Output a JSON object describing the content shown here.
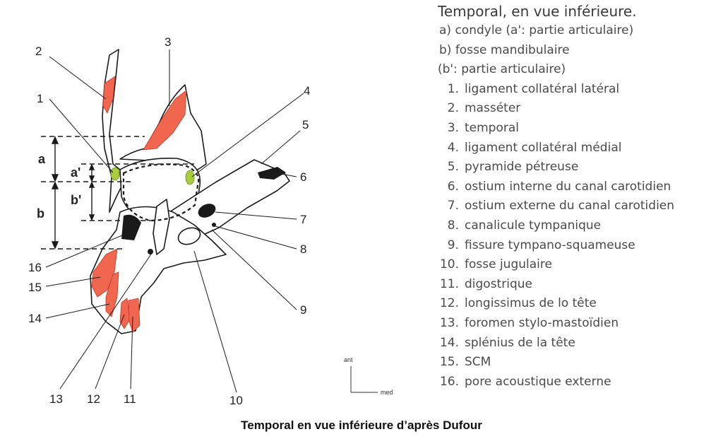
{
  "legend": {
    "title": "Temporal, en vue inférieure.",
    "sub_items": [
      "a) condyle (a': partie articulaire)",
      "b) fosse mandibulaire",
      "(b': partie articulaire)"
    ],
    "items": [
      {
        "n": "1.",
        "label": "ligament collatéral latéral"
      },
      {
        "n": "2.",
        "label": "masséter"
      },
      {
        "n": "3.",
        "label": "temporal"
      },
      {
        "n": "4.",
        "label": "ligament collatéral médial"
      },
      {
        "n": "5.",
        "label": "pyramide pétreuse"
      },
      {
        "n": "6.",
        "label": "ostium interne du canal carotidien"
      },
      {
        "n": "7.",
        "label": "ostium externe du canal carotidien"
      },
      {
        "n": "8.",
        "label": "canalicule tympanique"
      },
      {
        "n": "9.",
        "label": "fissure tympano-squameuse"
      },
      {
        "n": "10.",
        "label": "fosse jugulaire"
      },
      {
        "n": "11.",
        "label": "digostrique"
      },
      {
        "n": "12.",
        "label": "longissimus de lo tête"
      },
      {
        "n": "13.",
        "label": "foromen stylo-mastoïdien"
      },
      {
        "n": "14.",
        "label": "splénius de la tête"
      },
      {
        "n": "15.",
        "label": "SCM"
      },
      {
        "n": "16.",
        "label": "pore acoustique externe"
      }
    ]
  },
  "figure": {
    "numbers": [
      "1",
      "2",
      "3",
      "4",
      "5",
      "6",
      "7",
      "8",
      "9",
      "10",
      "11",
      "12",
      "13",
      "14",
      "15",
      "16"
    ],
    "dimensions": {
      "a": "a",
      "a_prime": "a'",
      "b": "b",
      "b_prime": "b'"
    },
    "orientation": {
      "ant": "ant",
      "med": "med"
    },
    "colors": {
      "muscle": "#f0664f",
      "ligament": "#a8cc3c",
      "outline": "#1a1a1a"
    }
  },
  "caption": "Temporal en vue inférieure d’après Dufour"
}
